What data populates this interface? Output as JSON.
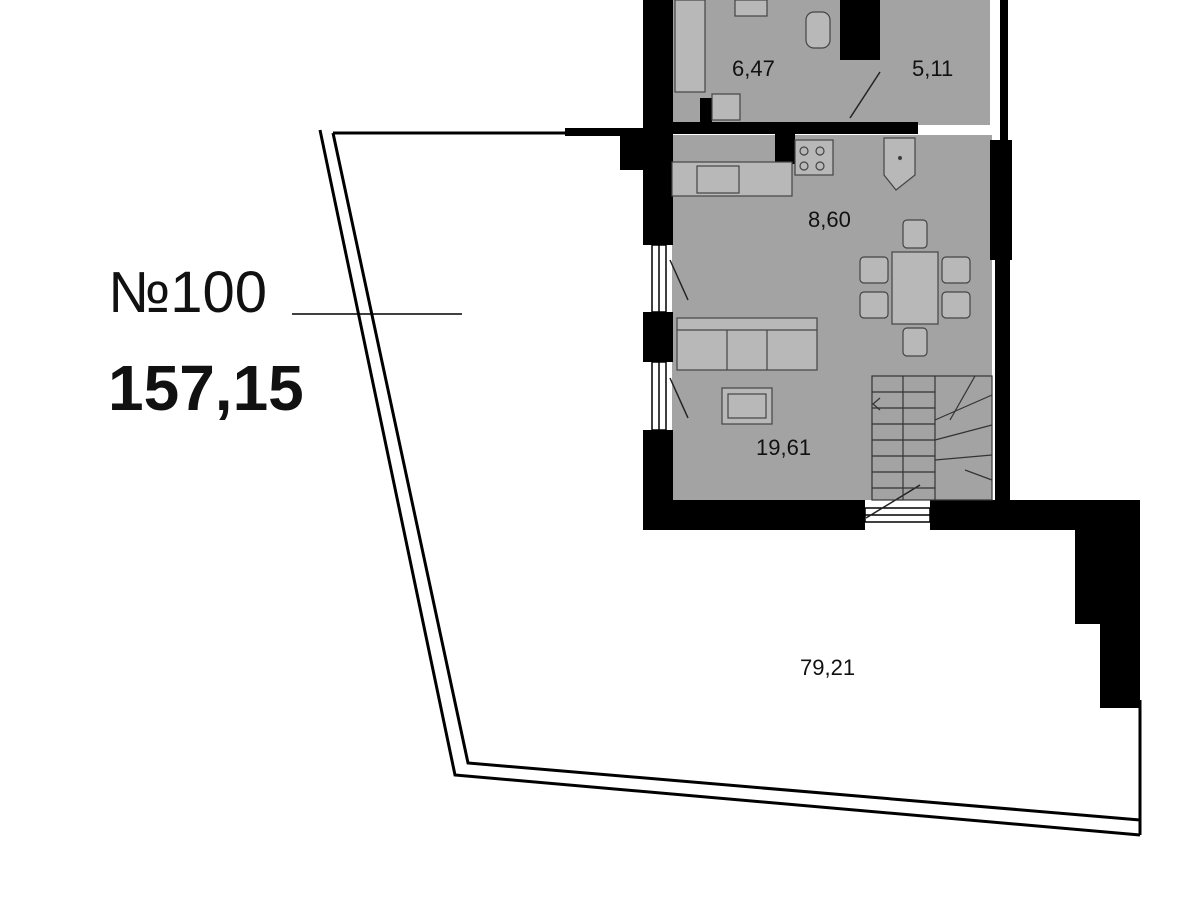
{
  "plan": {
    "apartment_number": "№100",
    "total_area": "157,15",
    "rooms": [
      {
        "id": "bathroom",
        "area": "6,47"
      },
      {
        "id": "hall",
        "area": "5,11"
      },
      {
        "id": "kitchen",
        "area": "8,60"
      },
      {
        "id": "living",
        "area": "19,61"
      },
      {
        "id": "terrace",
        "area": "79,21"
      }
    ],
    "colors": {
      "room_fill": "#a3a3a3",
      "wall": "#000000",
      "furniture_stroke": "#444444",
      "background": "#ffffff"
    }
  }
}
